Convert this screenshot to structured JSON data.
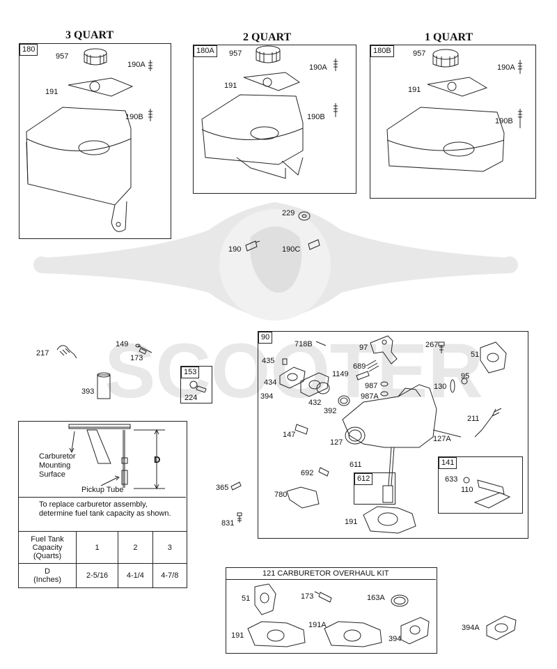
{
  "titles": {
    "quart3": "3 QUART",
    "quart2": "2 QUART",
    "quart1": "1 QUART"
  },
  "tank3": {
    "tag": "180",
    "labels": [
      "957",
      "190A",
      "191",
      "190B"
    ]
  },
  "tank2": {
    "tag": "180A",
    "labels": [
      "957",
      "190A",
      "191",
      "190B"
    ]
  },
  "tank1": {
    "tag": "180B",
    "labels": [
      "957",
      "190A",
      "191",
      "190B"
    ]
  },
  "loose_top": [
    "229",
    "190",
    "190C"
  ],
  "left_parts": [
    "217",
    "149",
    "173",
    "393"
  ],
  "kit153": {
    "tag": "153",
    "labels": [
      "224"
    ]
  },
  "carb": {
    "tag": "90",
    "labels": [
      "718B",
      "97",
      "267",
      "51",
      "435",
      "434",
      "394",
      "432",
      "689",
      "1149",
      "987",
      "987A",
      "392",
      "130",
      "95",
      "147",
      "127",
      "127A",
      "211",
      "692",
      "611",
      "780",
      "191",
      "633",
      "110"
    ],
    "sub612": "612",
    "sub141": "141"
  },
  "misc": [
    "365",
    "831",
    "394A"
  ],
  "capacity": {
    "diagram_labels": [
      "Carburetor\nMounting\nSurface",
      "Pickup Tube",
      "D"
    ],
    "note": "To replace carburetor assembly, determine fuel tank capacity as shown.",
    "row1_header": "Fuel Tank\nCapacity\n(Quarts)",
    "row1": [
      "1",
      "2",
      "3"
    ],
    "row2_header": "D\n(Inches)",
    "row2": [
      "2-5/16",
      "4-1/4",
      "4-7/8"
    ]
  },
  "kit121": {
    "title": "121 CARBURETOR OVERHAUL KIT",
    "labels": [
      "51",
      "173",
      "163A",
      "191",
      "191A",
      "394"
    ]
  },
  "watermark": "SCOOTER"
}
